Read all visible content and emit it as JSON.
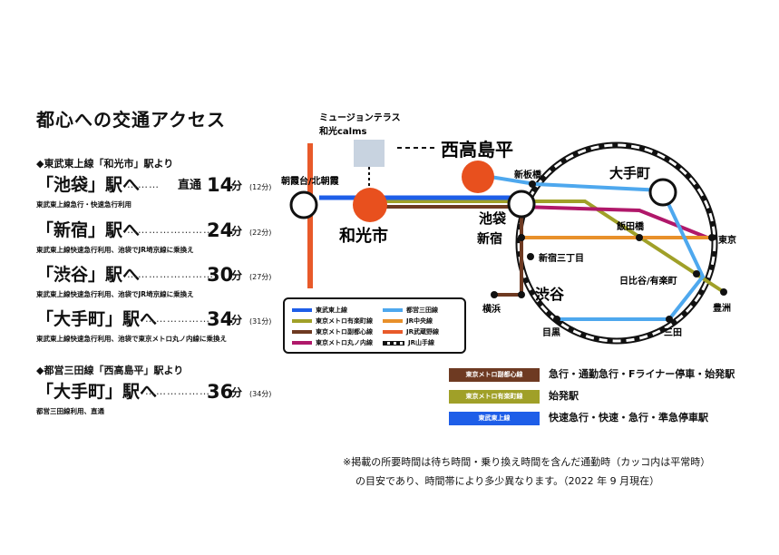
{
  "heading": "都心への交通アクセス",
  "section1": "◆東武東上線「和光市」駅より",
  "section2": "◆都営三田線「西高島平」駅より",
  "routes": [
    {
      "dest": "「池袋」駅へ",
      "dots": "………",
      "prefix": "直通",
      "mins": "14",
      "unit": "分",
      "offpeak": "(12分)",
      "note": "東武東上線急行・快速急行利用"
    },
    {
      "dest": "「新宿」駅へ",
      "dots": "……………………",
      "prefix": "",
      "mins": "24",
      "unit": "分",
      "offpeak": "(22分)",
      "note": "東武東上線快速急行利用、池袋でJR埼京線に乗換え"
    },
    {
      "dest": "「渋谷」駅へ",
      "dots": "……………………",
      "prefix": "",
      "mins": "30",
      "unit": "分",
      "offpeak": "(27分)",
      "note": "東武東上線快速急行利用、池袋でJR埼京線に乗換え"
    },
    {
      "dest": "「大手町」駅へ",
      "dots": "………………",
      "prefix": "",
      "mins": "34",
      "unit": "分",
      "offpeak": "(31分)",
      "note": "東武東上線快速急行利用、池袋で東京メトロ丸ノ内線に乗換え"
    },
    {
      "dest": "「大手町」駅へ",
      "dots": "………………",
      "prefix": "",
      "mins": "36",
      "unit": "分",
      "offpeak": "(34分)",
      "note": "都営三田線利用、直通"
    }
  ],
  "map": {
    "facility": "ミュージョンテラス",
    "facility2": "和光calms",
    "stations": {
      "nishitakashimadaira": "西高島平",
      "wakoshi": "和光市",
      "asakadai": "朝霞台/北朝霞",
      "ikebukuro": "池袋",
      "shinjuku": "新宿",
      "shibuya": "渋谷",
      "shinitabashi": "新板橋",
      "otemachi": "大手町",
      "iidabashi": "飯田橋",
      "tokyo": "東京",
      "shinjuku3": "新宿三丁目",
      "hibiya": "日比谷/有楽町",
      "toyosu": "豊洲",
      "yokohama": "横浜",
      "meguro": "目黒",
      "mita": "三田"
    }
  },
  "legend": [
    {
      "label": "東武東上線",
      "color": "#1e5ee8"
    },
    {
      "label": "東京メトロ有楽町線",
      "color": "#a0a028"
    },
    {
      "label": "東京メトロ副都心線",
      "color": "#6e3a22"
    },
    {
      "label": "東京メトロ丸ノ内線",
      "color": "#b0186a"
    },
    {
      "label": "都営三田線",
      "color": "#4ea8ee"
    },
    {
      "label": "JR中央線",
      "color": "#e8902a"
    },
    {
      "label": "JR武蔵野線",
      "color": "#e85a2a"
    },
    {
      "label": "JR山手線",
      "color": "#111111"
    }
  ],
  "services": [
    {
      "tag": "東京メトロ副都心線",
      "color": "#6e3a22",
      "text": "急行・通勤急行・Fライナー停車・始発駅"
    },
    {
      "tag": "東京メトロ有楽町線",
      "color": "#a0a028",
      "text": "始発駅"
    },
    {
      "tag": "東武東上線",
      "color": "#1e5ee8",
      "text": "快速急行・快速・急行・準急停車駅"
    }
  ],
  "footnote1": "※掲載の所要時間は待ち時間・乗り換え時間を含んだ通勤時（カッコ内は平常時）",
  "footnote2": "の目安であり、時間帯により多少異なります。（2022 年 9 月現在）"
}
